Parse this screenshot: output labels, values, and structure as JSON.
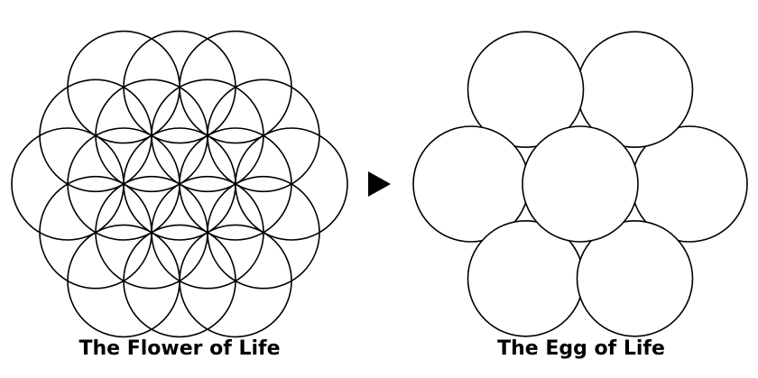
{
  "flower": {
    "caption": "The Flower of Life",
    "circle_count": 19
  },
  "egg": {
    "caption": "The Egg of Life",
    "circle_count": 7
  },
  "arrow": {
    "icon": "play-triangle-icon",
    "color": "#000000"
  },
  "colors": {
    "stroke": "#000000",
    "fill": "#ffffff",
    "background": "#ffffff"
  }
}
